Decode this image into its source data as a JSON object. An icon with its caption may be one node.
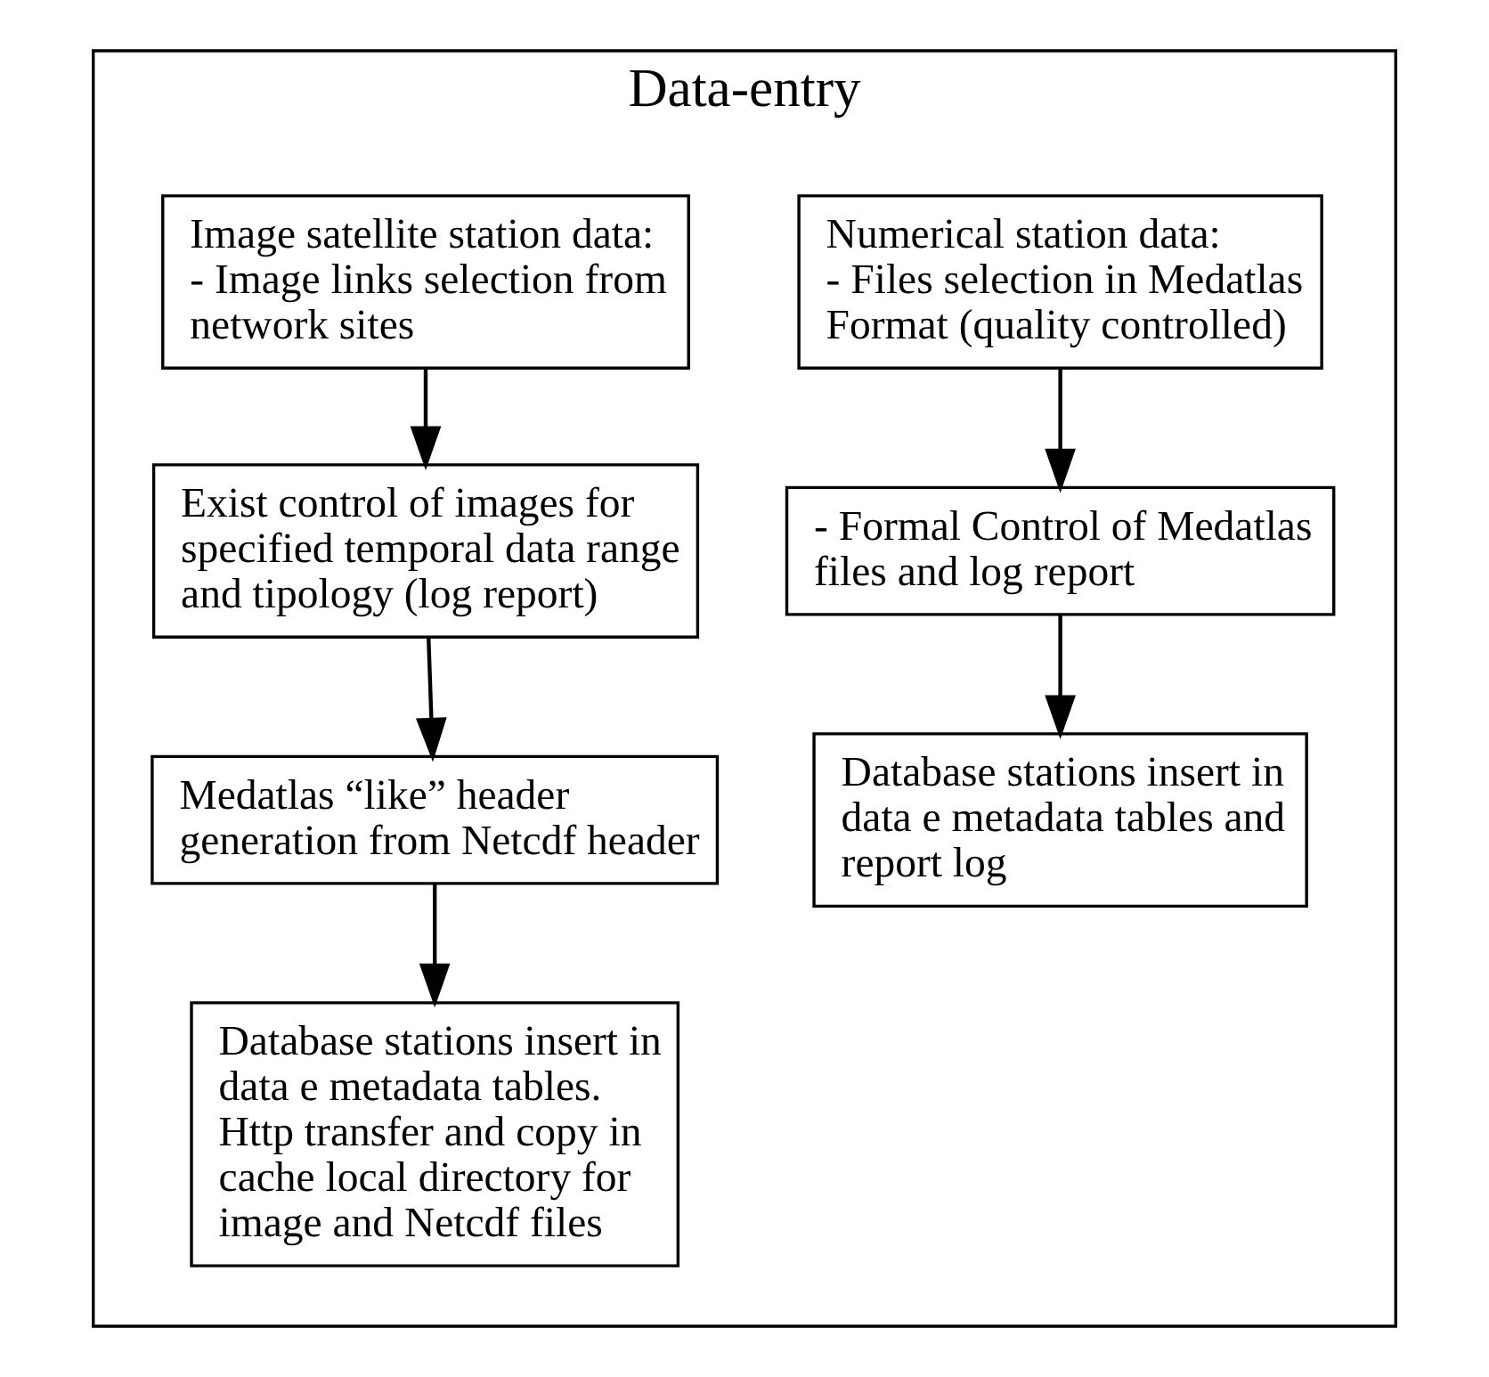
{
  "diagram": {
    "nodes": [
      {
        "text": [
          "Data-entry"
        ]
      },
      {
        "text": [
          "Numerical station data:",
          "- Files selection in Medatlas Format (quality controlled)"
        ],
        "in": 0
      },
      {
        "text": [
          "- Formal Control of Medatlas files and log report"
        ],
        "in": 0
      },
      {
        "text": [
          "Database stations insert in data e metadata tables and report log"
        ],
        "in": 0
      },
      {
        "text": [
          "Image satellite station data:",
          "- Image links selection from network sites"
        ],
        "in": 0
      },
      {
        "text": [
          "Exist control of images for specified temporal data range and tipology (log report)"
        ],
        "in": 0
      },
      {
        "text": [
          "Medatlas “like” header generation from Netcdf header"
        ],
        "in": 0
      },
      {
        "text": [
          "Database stations insert in data e metadata tables.",
          "Http transfer and copy in cache local directory for image and Netcdf files"
        ],
        "in": 0
      }
    ],
    "edges": [
      {
        "from": 1,
        "to": 2,
        "arrow": "to"
      },
      {
        "from": 2,
        "to": 3,
        "arrow": "to"
      },
      {
        "from": 4,
        "to": 5,
        "arrow": "to"
      },
      {
        "from": 5,
        "to": 6,
        "arrow": "to"
      },
      {
        "from": 6,
        "to": 7,
        "arrow": "to"
      }
    ]
  }
}
